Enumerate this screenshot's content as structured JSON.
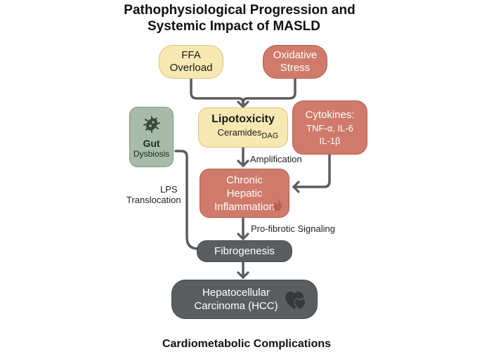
{
  "title": {
    "line1": "Pathophysiological Progression and",
    "line2": "Systemic Impact of MASLD"
  },
  "nodes": {
    "ffa": {
      "line1": "FFA",
      "line2": "Overload"
    },
    "oxidative": {
      "line1": "Oxidative",
      "line2": "Stress"
    },
    "lipotoxicity": {
      "title": "Lipotoxicity",
      "sub": "Ceramides",
      "subscript": "DAG"
    },
    "cytokines": {
      "line1": "Cytokines:",
      "line2": "TNF-α, IL-6",
      "line3": "IL-1β"
    },
    "gut": {
      "icon": "bacteria-icon",
      "line1": "Gut",
      "line2": "Dysbiosis"
    },
    "inflammation": {
      "line1": "Chronic",
      "line2": "Hepatic",
      "line3": "Inflammation",
      "icon": "flame-icon"
    },
    "fibrogenesis": {
      "label": "Fibrogenesis"
    },
    "hcc": {
      "line1": "Hepatocellular",
      "line2": "Carcinoma (HCC)",
      "icon": "hearts-icon"
    }
  },
  "edge_labels": {
    "amplification": "Amplification",
    "lps_line1": "LPS",
    "lps_line2": "Translocation",
    "profibrotic": "Pro-fibrotic Signaling"
  },
  "footer": "Cardiometabolic Complications",
  "colors": {
    "yellow": "#f8e9b3",
    "red": "#cf7a6a",
    "green": "#a8bba8",
    "dark": "#5b5e61",
    "connector": "#5a5d60"
  }
}
